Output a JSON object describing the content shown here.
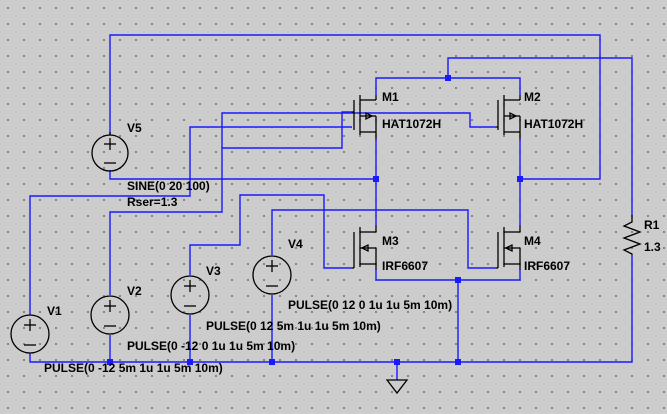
{
  "components": {
    "v1": {
      "name": "V1",
      "value": "PULSE(0 -12 5m 1u 1u 5m 10m)"
    },
    "v2": {
      "name": "V2",
      "value": "PULSE(0 -12 0 1u 1u 5m 10m)"
    },
    "v3": {
      "name": "V3",
      "value": "PULSE(0 12 5m 1u 1u 5m 10m)"
    },
    "v4": {
      "name": "V4",
      "value": "PULSE(0 12 0 1u 1u 5m 10m)"
    },
    "v5": {
      "name": "V5",
      "value": "SINE(0 20 100)",
      "param": "Rser=1.3"
    },
    "m1": {
      "name": "M1",
      "model": "HAT1072H"
    },
    "m2": {
      "name": "M2",
      "model": "HAT1072H"
    },
    "m3": {
      "name": "M3",
      "model": "IRF6607"
    },
    "m4": {
      "name": "M4",
      "model": "IRF6607"
    },
    "r1": {
      "name": "R1",
      "value": "1.3"
    }
  },
  "colors": {
    "wire": "#1a1aff",
    "component": "#000000",
    "background": "#cccccc"
  },
  "icons": {
    "ground": "ground-icon",
    "source": "voltage-source-icon",
    "mosfet": "mosfet-icon",
    "resistor": "resistor-icon"
  }
}
